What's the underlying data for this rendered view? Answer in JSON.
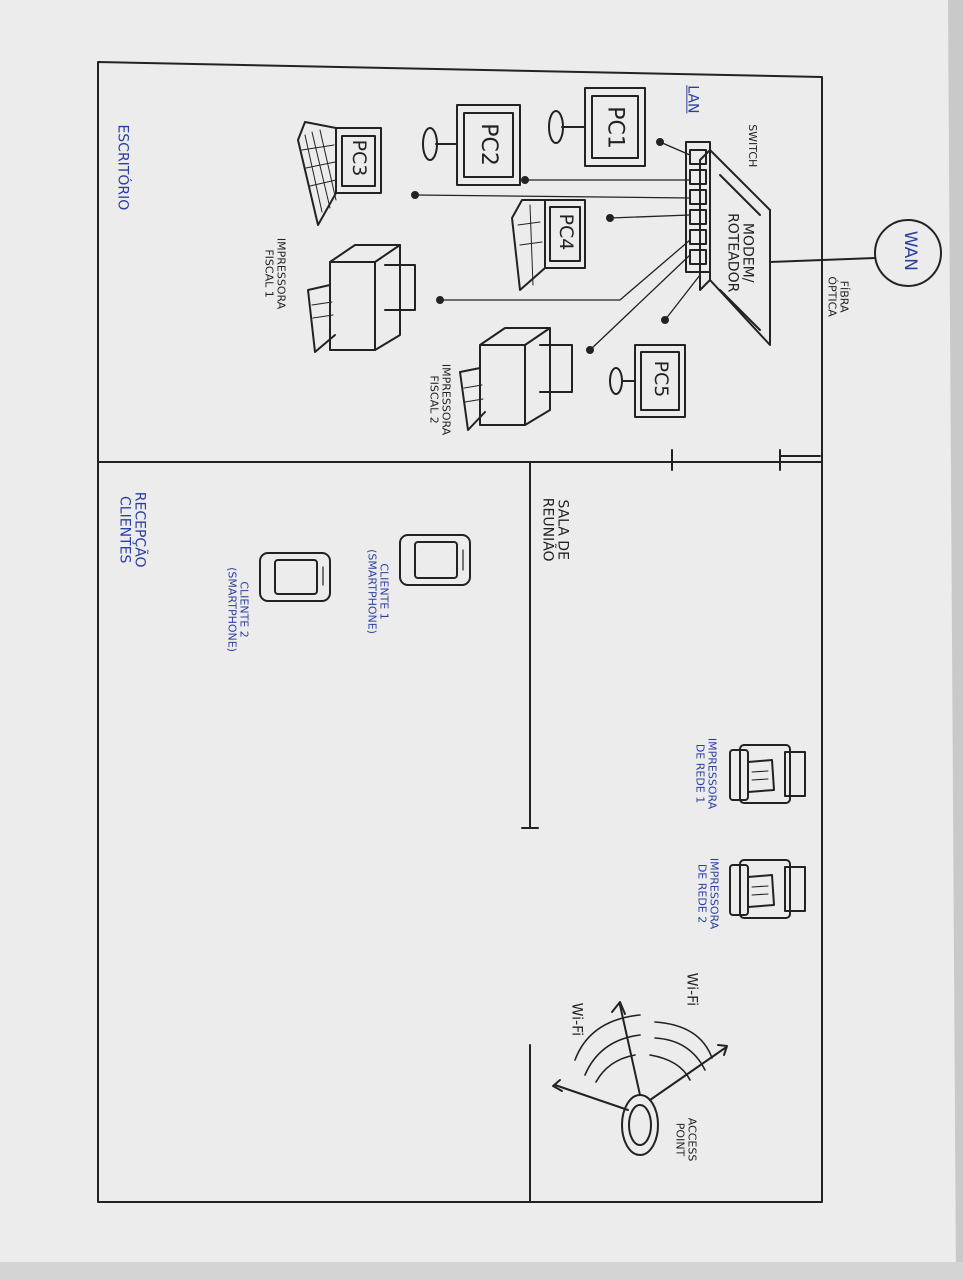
{
  "nodes": {
    "wan": "WAN",
    "fiber": [
      "FÍBRA",
      "ÓPTICA"
    ],
    "modem": [
      "MODEM/",
      "ROTEADOR"
    ],
    "switch": "SWITCH",
    "lan": "LAN",
    "pc1": "PC1",
    "pc2": "PC2",
    "pc3": "PC3",
    "pc4": "PC4",
    "pc5": "PC5",
    "fiscal_printer_1": [
      "IMPRESSORA",
      "FISCAL 1"
    ],
    "fiscal_printer_2": [
      "IMPRESSORA",
      "FISCAL 2"
    ],
    "client_1": [
      "CLIENTE 1",
      "(SMARTPHONE)"
    ],
    "client_2": [
      "CLIENTE 2",
      "(SMARTPHONE)"
    ],
    "network_printer_1": [
      "IMPRESSORA",
      "DE REDE 1"
    ],
    "network_printer_2": [
      "IMPRESSORA",
      "DE REDE 2"
    ],
    "access_point": [
      "ACCESS",
      "POINT"
    ],
    "wifi_1": "Wi-Fi",
    "wifi_2": "Wi-Fi"
  },
  "rooms": {
    "office": "ESCRITÓRIO",
    "meeting": [
      "SALA DE",
      "REUNIÃO"
    ],
    "reception": [
      "RECEPÇÃO",
      "CLIENTES"
    ]
  },
  "colors": {
    "ink": "#222222",
    "blue_ink": "#2b3fa0",
    "paper": "#ececec",
    "background": "#c9c9c9"
  }
}
